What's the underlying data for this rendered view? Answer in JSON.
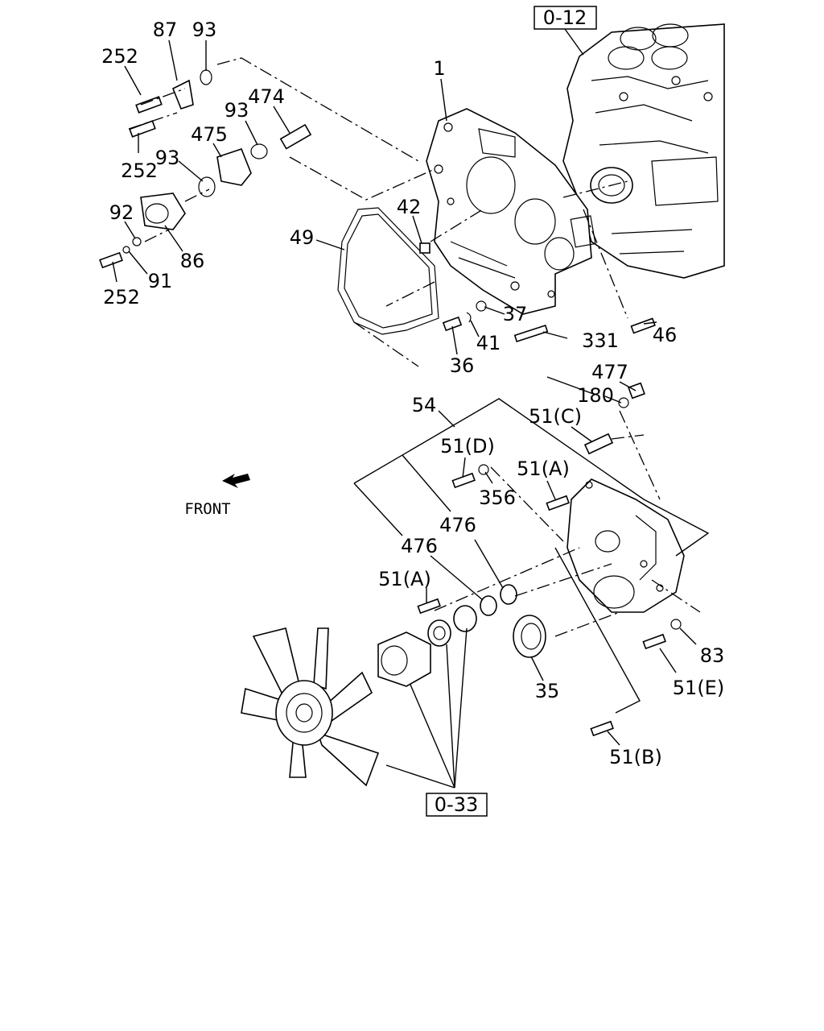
{
  "refs": {
    "engine_block": "0-12",
    "fan_assembly": "0-33"
  },
  "front_label": "FRONT",
  "callouts": {
    "c87": "87",
    "c93a": "93",
    "c252a": "252",
    "c1": "1",
    "c474": "474",
    "c93b": "93",
    "c475": "475",
    "c93c": "93",
    "c252b": "252",
    "c42": "42",
    "c49": "49",
    "c92": "92",
    "c86": "86",
    "c91": "91",
    "c252c": "252",
    "c37": "37",
    "c41": "41",
    "c331": "331",
    "c46": "46",
    "c36": "36",
    "c477": "477",
    "c180": "180",
    "c54": "54",
    "c51c": "51(C)",
    "c51d": "51(D)",
    "c51a_top": "51(A)",
    "c356": "356",
    "c476a": "476",
    "c476b": "476",
    "c51a_bot": "51(A)",
    "c83": "83",
    "c51e": "51(E)",
    "c35": "35",
    "c51b": "51(B)"
  }
}
